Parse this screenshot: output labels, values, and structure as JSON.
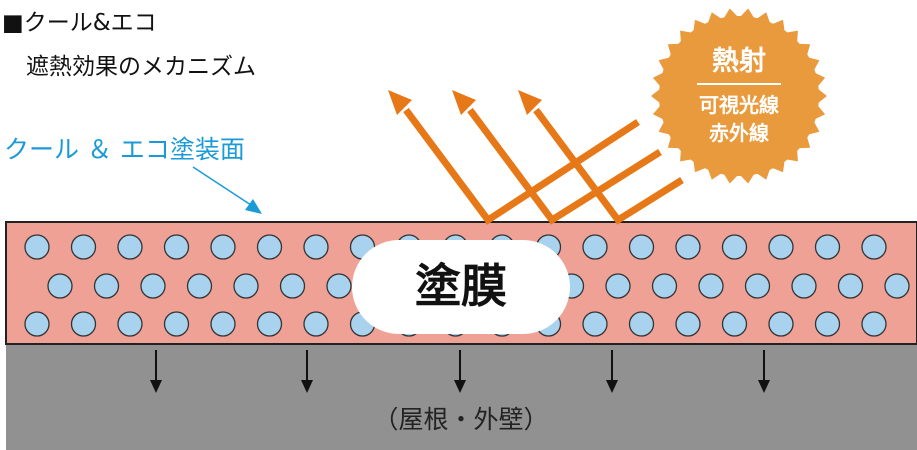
{
  "header": {
    "line1": "■クール&エコ",
    "line2": "遮熱効果のメカニズム"
  },
  "surface_label": "クール ＆ エコ塗装面",
  "sun": {
    "title": "熱射",
    "line1": "可視光線",
    "line2": "赤外線"
  },
  "film_label": "塗膜",
  "base_label": "（屋根・外壁）",
  "colors": {
    "film": "#f0a195",
    "particle": "#a8d2ee",
    "base": "#919191",
    "arrow": "#e77817",
    "sun": "#e99a3d",
    "label": "#1a9bd7"
  }
}
